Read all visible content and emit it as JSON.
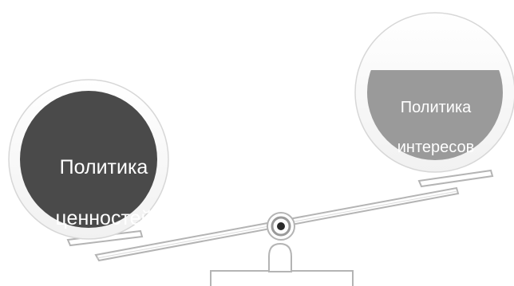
{
  "diagram": {
    "left_pan": {
      "label_line1": "Политика",
      "label_line2": "ценностей",
      "fill_color": "#4a4a4a"
    },
    "right_pan": {
      "label_line1": "Политика",
      "label_line2": "интересов",
      "fill_color": "#9a9a9a"
    },
    "colors": {
      "outline": "#b4b4b4",
      "pivot_center": "#2a2a2a"
    }
  }
}
